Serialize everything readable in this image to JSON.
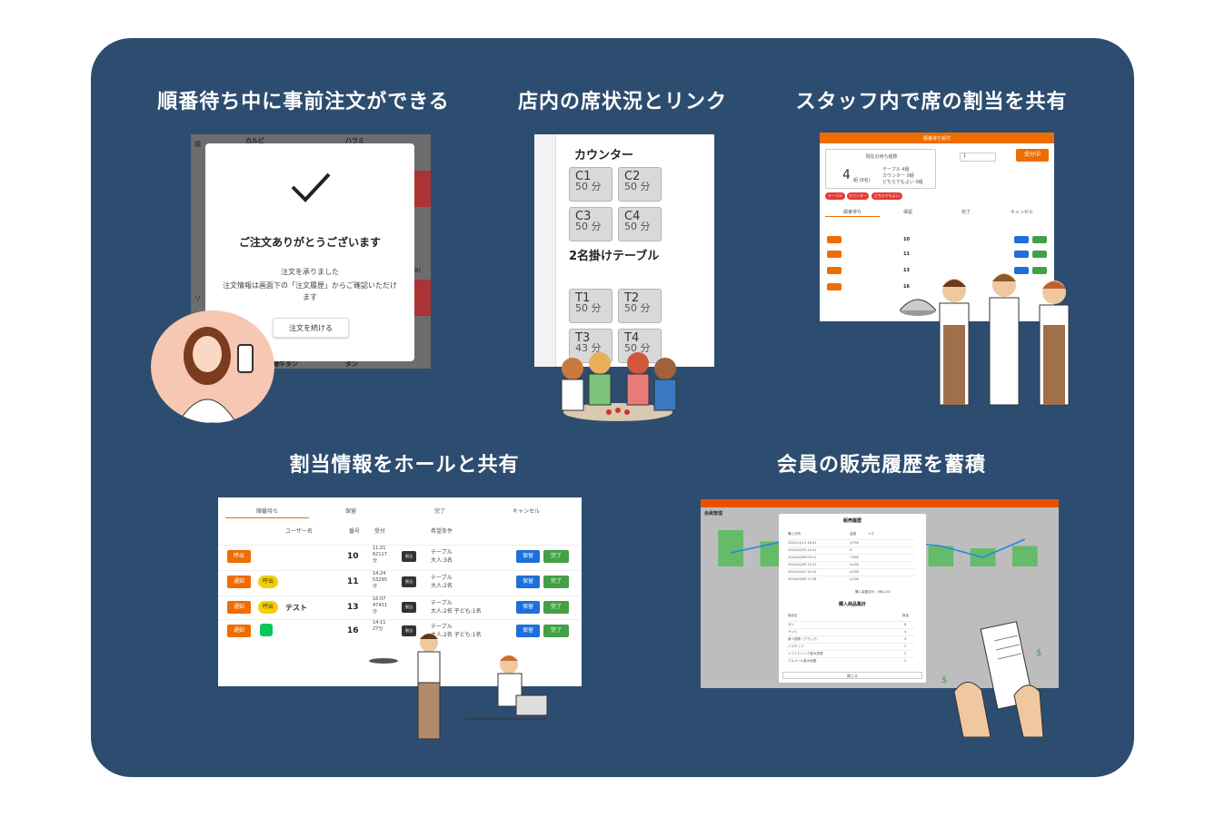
{
  "headings": {
    "h1": "順番待ち中に事前注文ができる",
    "h2": "店内の席状況とリンク",
    "h3": "スタッフ内で席の割当を共有",
    "h4": "割当情報をホールと共有",
    "h5": "会員の販売履歴を蓄積"
  },
  "order_modal": {
    "bg_left": "焼",
    "bg_col1": "カルビ",
    "bg_col2": "ハラミ",
    "bg_bottom1": "極牛タン",
    "bg_bottom2": "タン",
    "bg_mid1": "ソ",
    "bg_mid2": "8)",
    "title": "ご注文ありがとうございます",
    "line1": "注文を承りました",
    "line2": "注文情報は画面下の「注文履歴」からご確認いただけます",
    "button": "注文を続ける"
  },
  "seats": {
    "counter_label": "カウンター",
    "table_label": "2名掛けテーブル",
    "counter": [
      {
        "id": "C1",
        "min": "50 分"
      },
      {
        "id": "C2",
        "min": "50 分"
      },
      {
        "id": "C3",
        "min": "50 分"
      },
      {
        "id": "C4",
        "min": "50 分"
      }
    ],
    "tables": [
      {
        "id": "T1",
        "min": "50 分"
      },
      {
        "id": "T2",
        "min": "50 分"
      },
      {
        "id": "T3",
        "min": "43 分"
      },
      {
        "id": "T4",
        "min": "50 分"
      }
    ]
  },
  "staff": {
    "header": "順番待ち受付",
    "waiting_title": "現在の待ち組数",
    "waiting_count": "4",
    "waiting_unit": "組 (8名)",
    "breakdown": [
      "テーブル 4組",
      "カウンター 0組",
      "どちらでもよい 0組"
    ],
    "accept_btn": "受付中",
    "chips": [
      "テーブル",
      "カウンター",
      "どちらでもよい"
    ],
    "stepper_value": "1"
  },
  "hall": {
    "tabs": [
      "順番待ち",
      "保留",
      "完了",
      "キャンセル"
    ],
    "columns": [
      "ユーザー名",
      "番号",
      "受付",
      "希望条件"
    ],
    "rows": [
      {
        "left": "呼出",
        "badge": "",
        "name": "",
        "num": "10",
        "time": "11:21\n62117\n分",
        "assign": "割当",
        "cond": "テーブル\n大人:3名",
        "hold": "保留",
        "done": "完了"
      },
      {
        "left": "通知",
        "badge": "呼出",
        "name": "",
        "num": "11",
        "time": "14:24\n53295\n分",
        "assign": "割当",
        "cond": "テーブル\n大人:2名",
        "hold": "保留",
        "done": "完了"
      },
      {
        "left": "通知",
        "badge": "呼出",
        "name": "テスト",
        "num": "13",
        "time": "16:07\n47431\n分",
        "assign": "割当",
        "cond": "テーブル\n大人:2名 子ども:1名",
        "hold": "保留",
        "done": "完了"
      },
      {
        "left": "通知",
        "badge": "LINE",
        "name": "",
        "num": "16",
        "time": "14:11\n27分",
        "assign": "割当",
        "cond": "テーブル\n大人:2名 子ども:1名",
        "hold": "保留",
        "done": "完了"
      }
    ]
  },
  "sales": {
    "header": "会員管理",
    "section": "会員管理",
    "modal_title": "販売履歴",
    "hist_cols": [
      "購入日時",
      "金額",
      "メモ"
    ],
    "hist_rows": [
      {
        "date": "2024/11/11 16:51",
        "amount": "4,950"
      },
      {
        "date": "2024/10/25 14:31",
        "amount": "0"
      },
      {
        "date": "2024/10/09 09:11",
        "amount": "7,600"
      },
      {
        "date": "2024/10/09 13:11",
        "amount": "4,400"
      },
      {
        "date": "2024/10/01 12:14",
        "amount": "4,300"
      },
      {
        "date": "2024/09/09 17:18",
        "amount": "4,400"
      }
    ],
    "total_label": "購入金額合計：¥86,240",
    "summary_title": "購入商品集計",
    "summary_cols": [
      "商品名",
      "数量"
    ],
    "summary_rows": [
      {
        "name": "ガシ",
        "qty": "6"
      },
      {
        "name": "サンビ",
        "qty": "4"
      },
      {
        "name": "食べ放題（ブラック）",
        "qty": "3"
      },
      {
        "name": "ハラチップ",
        "qty": "2"
      },
      {
        "name": "ソフトドリンク飲み放題",
        "qty": "2"
      },
      {
        "name": "アルコール飲み放題",
        "qty": "2"
      }
    ],
    "close_btn": "閉じる",
    "bars": [
      0.8,
      0.55,
      0.45,
      0.35,
      0.5,
      0.45,
      0.4,
      0.45
    ],
    "line": [
      0.3,
      0.5,
      0.75,
      0.6,
      0.55,
      0.45,
      0.2,
      0.6
    ],
    "colors": {
      "bar": "#66bb6a",
      "line": "#1e88e5",
      "header": "#e65100"
    }
  },
  "colors": {
    "panel": "#2d4d70",
    "orange": "#ef6c00"
  }
}
